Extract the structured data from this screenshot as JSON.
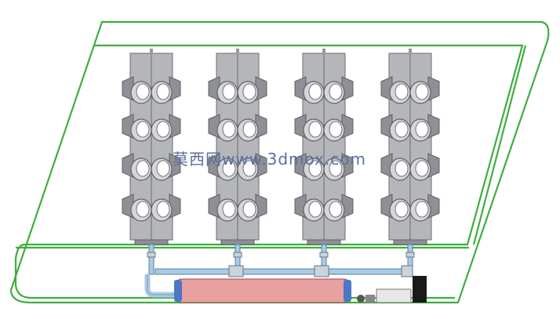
{
  "watermark": {
    "text": "莫西网www.3dmox.com"
  },
  "colors": {
    "frame": "#3fae3f",
    "tower_face": "#b4b6ba",
    "tower_dark": "#8e9095",
    "pipe": "#a9cbe6",
    "tank": "#e8a0a0",
    "tank_cap": "#4a78c2"
  },
  "towers": {
    "count": 4,
    "pot_rows": 4
  }
}
